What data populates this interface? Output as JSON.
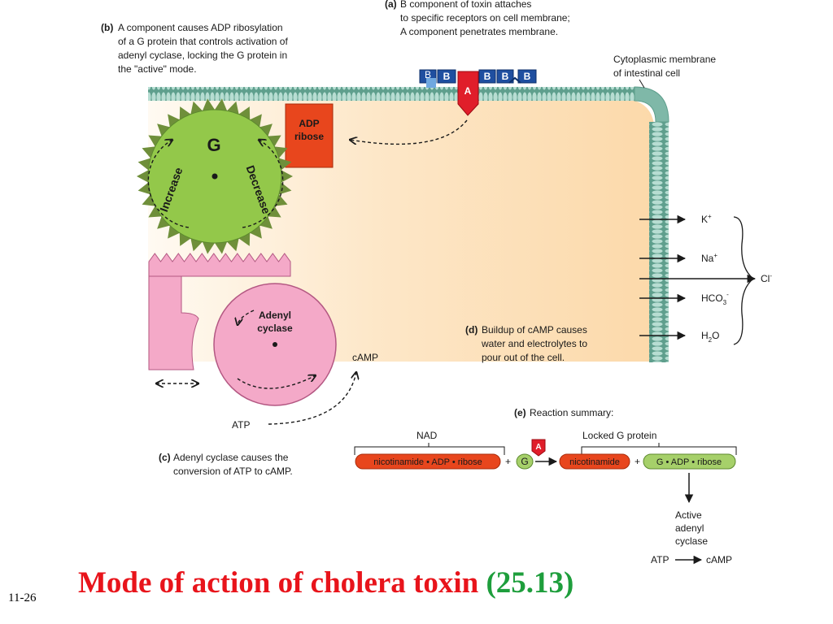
{
  "slide_number": "11-26",
  "title": {
    "text": "Mode of action of cholera toxin",
    "ref": "(25.13)"
  },
  "colors": {
    "title": "#e8141b",
    "ref": "#1e9e3c",
    "cell": "#fde2c0",
    "membrane": "#9ccfc3",
    "g_protein": "#93c84a",
    "adp_ribose": "#e8461d",
    "adenyl_cyclase": "#f4a9c8",
    "toxin_b": "#1f4fa0",
    "toxin_a": "#e01e2a"
  },
  "labels": {
    "a_tag": "(a)",
    "a_line1": "B component of toxin attaches",
    "a_line2": "to specific receptors on cell membrane;",
    "a_line3": "A component penetrates membrane.",
    "b_tag": "(b)",
    "b_line1": "A component causes ADP ribosylation",
    "b_line2": "of a G protein that controls activation of",
    "b_line3": "adenyl cyclase, locking the G protein in",
    "b_line4": "the \"active\" mode.",
    "membrane_line1": "Cytoplasmic membrane",
    "membrane_line2": "of intestinal cell",
    "toxin_b": "B",
    "toxin_a": "A",
    "adp_line1": "ADP",
    "adp_line2": "ribose",
    "g": "G",
    "increase": "Increase",
    "decrease": "Decrease",
    "ac_line1": "Adenyl",
    "ac_line2": "cyclase",
    "camp": "cAMP",
    "atp": "ATP",
    "c_tag": "(c)",
    "c_line1": "Adenyl cyclase causes the",
    "c_line2": "conversion of ATP to cAMP.",
    "d_tag": "(d)",
    "d_line1": "Buildup of cAMP causes",
    "d_line2": "water and electrolytes to",
    "d_line3": "pour out of the cell.",
    "k": "K",
    "k_sup": "+",
    "na": "Na",
    "na_sup": "+",
    "cl": "Cl",
    "cl_sup": "-",
    "hco": "HCO",
    "hco_sub": "3",
    "hco_sup": "-",
    "h2o_h": "H",
    "h2o_sub": "2",
    "h2o_o": "O",
    "e_tag": "(e)",
    "e_title": "Reaction summary:",
    "nad": "NAD",
    "locked_g": "Locked G protein",
    "nad_pill": "nicotinamide • ADP • ribose",
    "plus": "+",
    "g_small": "G",
    "a_small": "A",
    "nicotinamide": "nicotinamide",
    "g_adp": "G • ADP • ribose",
    "active_line1": "Active",
    "active_line2": "adenyl",
    "active_line3": "cyclase",
    "atp2": "ATP",
    "camp2": "cAMP"
  }
}
